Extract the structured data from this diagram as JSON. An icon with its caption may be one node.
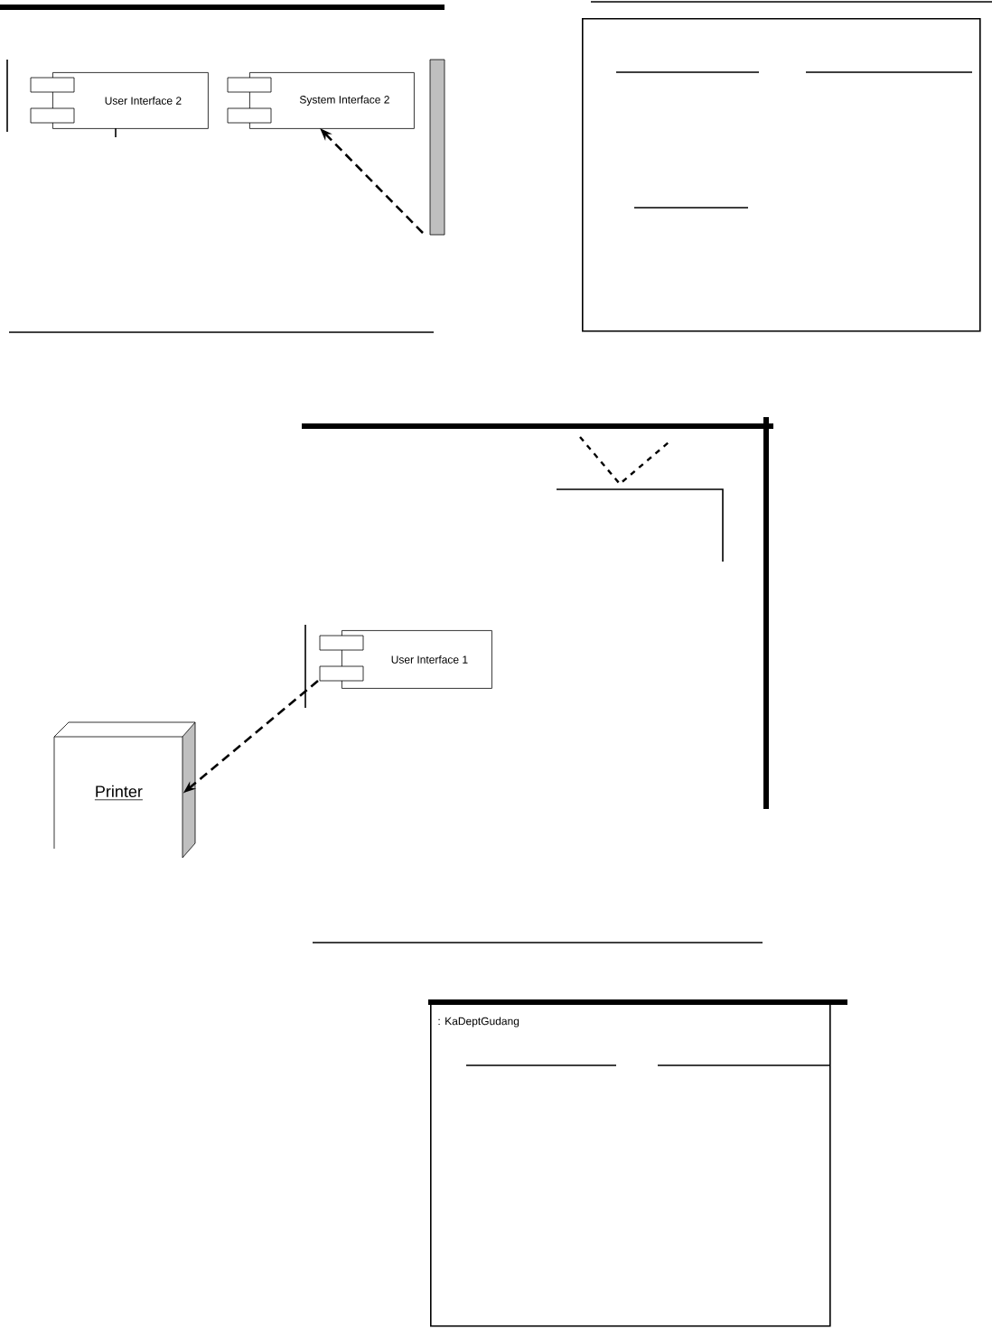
{
  "diagram": {
    "nodes": [
      {
        "text": [
          "User Interface 2"
        ]
      },
      {
        "text": [
          "System Interface 2"
        ]
      },
      {
        "text": [],
        "shape": "box"
      },
      {
        "text": [
          "User Interface 1"
        ]
      },
      {
        "text": [
          "Printer"
        ]
      },
      {
        "text": [
          ": KaDeptGudang"
        ]
      }
    ],
    "edges": [
      {
        "from": null,
        "to": 1,
        "arrow": "to",
        "style": "dashed"
      },
      {
        "from": 3,
        "to": 4,
        "arrow": "to",
        "style": "dashed"
      }
    ]
  }
}
